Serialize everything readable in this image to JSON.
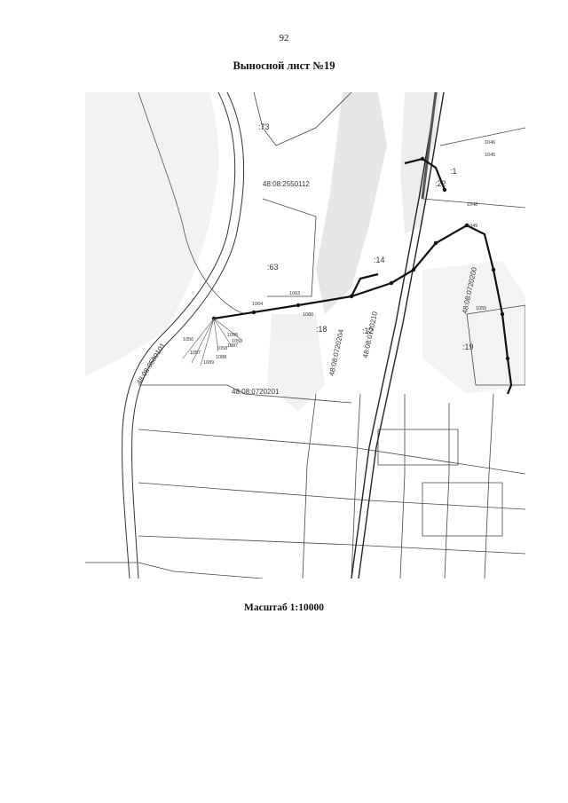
{
  "page": {
    "number": "92",
    "title": "Выносной лист №19",
    "scale": "Масштаб 1:10000"
  },
  "map": {
    "cadastral_labels": [
      "48:08:2550112",
      "48:08:0720201",
      "48:08:0580101",
      "48:08:0720200",
      "48:08:0720210",
      "48:08:0720204"
    ],
    "area_labels": [
      ":73",
      ":63",
      ":18",
      ":12",
      ":19",
      ":1",
      ":22",
      ":14"
    ],
    "point_labels": [
      "1045",
      "1046",
      "1048",
      "1049",
      "1055",
      "1056",
      "1057",
      "1058",
      "1058",
      "1063",
      "1064",
      "1080",
      "1086",
      "1087",
      "1088",
      "1089"
    ]
  }
}
